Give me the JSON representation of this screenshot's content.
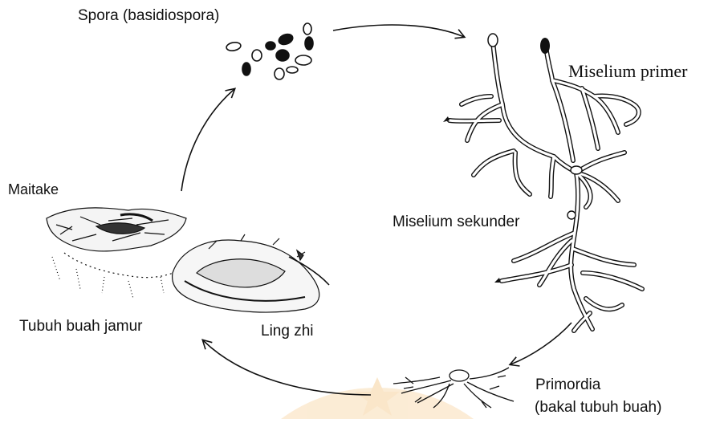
{
  "labels": {
    "spora": "Spora  (basidiospora)",
    "miselium_primer": "Miselium primer",
    "miselium_sekunder": "Miselium sekunder",
    "primordia_line1": "Primordia",
    "primordia_line2": "(bakal  tubuh  buah)",
    "maitake": "Maitake",
    "tubuh_buah": "Tubuh  buah  jamur",
    "ling_zhi": "Ling  zhi"
  },
  "colors": {
    "ink": "#111111",
    "watermark": "#f6c98a"
  }
}
